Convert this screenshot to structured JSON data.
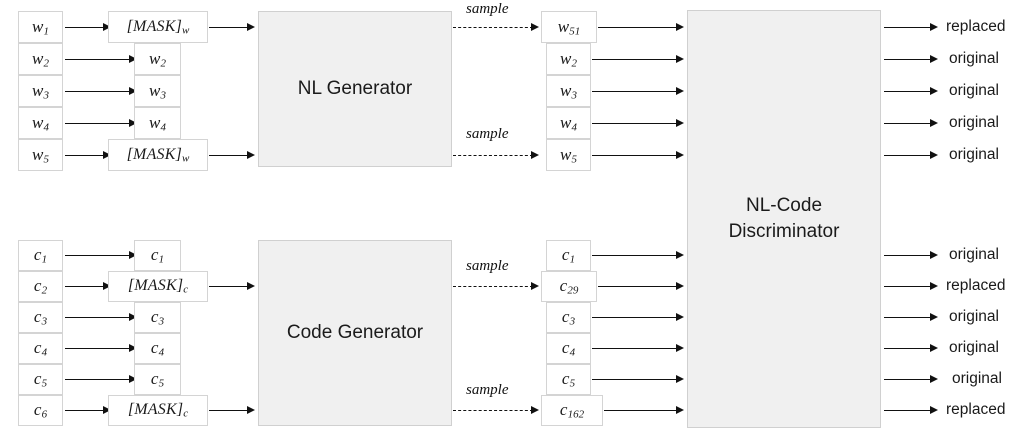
{
  "diagram": {
    "title": "NL and Code Generator-Discriminator pretraining diagram",
    "colors": {
      "block_fill": "#f0f0f0",
      "block_border": "#d0d0d0",
      "token_border": "#d4d4d4",
      "arrow": "#111111",
      "text": "#1a1a1a"
    },
    "blocks": {
      "nl_generator": "NL Generator",
      "code_generator": "Code Generator",
      "discriminator_line1": "NL-Code",
      "discriminator_line2": "Discriminator"
    },
    "labels": {
      "sample": "sample"
    },
    "nl": {
      "input_tokens": [
        {
          "base": "w",
          "sub": "1"
        },
        {
          "base": "w",
          "sub": "2"
        },
        {
          "base": "w",
          "sub": "3"
        },
        {
          "base": "w",
          "sub": "4"
        },
        {
          "base": "w",
          "sub": "5"
        }
      ],
      "masked_tokens": [
        {
          "base": "[MASK]",
          "sub": "w",
          "masked": true
        },
        {
          "base": "w",
          "sub": "2",
          "masked": false
        },
        {
          "base": "w",
          "sub": "3",
          "masked": false
        },
        {
          "base": "w",
          "sub": "4",
          "masked": false
        },
        {
          "base": "[MASK]",
          "sub": "w",
          "masked": true
        }
      ],
      "generated_tokens": [
        {
          "base": "w",
          "sub": "51",
          "sampled": true
        },
        {
          "base": "w",
          "sub": "2",
          "sampled": false
        },
        {
          "base": "w",
          "sub": "3",
          "sampled": false
        },
        {
          "base": "w",
          "sub": "4",
          "sampled": false
        },
        {
          "base": "w",
          "sub": "5",
          "sampled": true
        }
      ],
      "outputs": [
        "replaced",
        "original",
        "original",
        "original",
        "original"
      ],
      "sample_labels": [
        "sample",
        "sample"
      ]
    },
    "code": {
      "input_tokens": [
        {
          "base": "c",
          "sub": "1"
        },
        {
          "base": "c",
          "sub": "2"
        },
        {
          "base": "c",
          "sub": "3"
        },
        {
          "base": "c",
          "sub": "4"
        },
        {
          "base": "c",
          "sub": "5"
        },
        {
          "base": "c",
          "sub": "6"
        }
      ],
      "masked_tokens": [
        {
          "base": "c",
          "sub": "1",
          "masked": false
        },
        {
          "base": "[MASK]",
          "sub": "c",
          "masked": true
        },
        {
          "base": "c",
          "sub": "3",
          "masked": false
        },
        {
          "base": "c",
          "sub": "4",
          "masked": false
        },
        {
          "base": "c",
          "sub": "5",
          "masked": false
        },
        {
          "base": "[MASK]",
          "sub": "c",
          "masked": true
        }
      ],
      "generated_tokens": [
        {
          "base": "c",
          "sub": "1",
          "sampled": false
        },
        {
          "base": "c",
          "sub": "29",
          "sampled": true
        },
        {
          "base": "c",
          "sub": "3",
          "sampled": false
        },
        {
          "base": "c",
          "sub": "4",
          "sampled": false
        },
        {
          "base": "c",
          "sub": "5",
          "sampled": false
        },
        {
          "base": "c",
          "sub": "162",
          "sampled": true
        }
      ],
      "outputs": [
        "original",
        "replaced",
        "original",
        "original",
        "original",
        "replaced"
      ],
      "sample_labels": [
        "sample",
        "sample"
      ]
    }
  }
}
